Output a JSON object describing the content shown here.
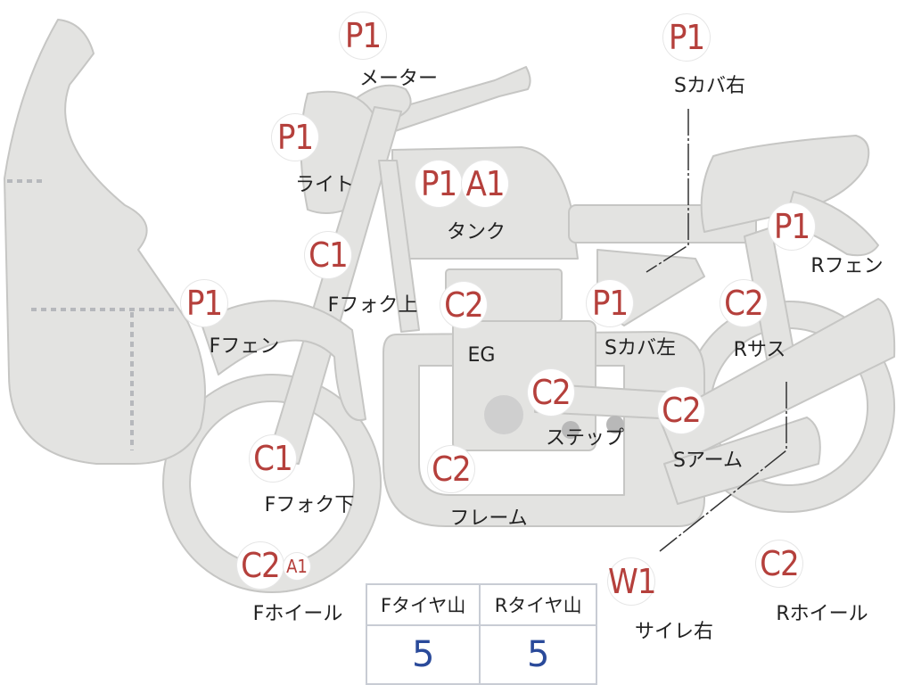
{
  "parts": [
    {
      "id": "meter",
      "label": "メーター",
      "badges": [
        "P1"
      ]
    },
    {
      "id": "light",
      "label": "ライト",
      "badges": [
        "P1"
      ]
    },
    {
      "id": "tank",
      "label": "タンク",
      "badges": [
        "P1",
        "A1"
      ]
    },
    {
      "id": "f-fork-upper",
      "label": "Fフォク上",
      "badges": [
        "C1"
      ]
    },
    {
      "id": "f-fender",
      "label": "Fフェン",
      "badges": [
        "P1"
      ]
    },
    {
      "id": "engine",
      "label": "EG",
      "badges": [
        "C2"
      ]
    },
    {
      "id": "s-cover-left",
      "label": "Sカバ左",
      "badges": [
        "P1"
      ]
    },
    {
      "id": "s-cover-right",
      "label": "Sカバ右",
      "badges": [
        "P1"
      ]
    },
    {
      "id": "r-fender",
      "label": "Rフェン",
      "badges": [
        "P1"
      ]
    },
    {
      "id": "r-suspension",
      "label": "Rサス",
      "badges": [
        "C2"
      ]
    },
    {
      "id": "step",
      "label": "ステップ",
      "badges": [
        "C2"
      ]
    },
    {
      "id": "swing-arm",
      "label": "Sアーム",
      "badges": [
        "C2"
      ]
    },
    {
      "id": "f-fork-lower",
      "label": "Fフォク下",
      "badges": [
        "C1"
      ]
    },
    {
      "id": "frame",
      "label": "フレーム",
      "badges": [
        "C2"
      ]
    },
    {
      "id": "f-wheel",
      "label": "Fホイール",
      "badges": [
        "C2",
        "A1"
      ]
    },
    {
      "id": "muffler-right",
      "label": "サイレ右",
      "badges": [
        "W1"
      ]
    },
    {
      "id": "r-wheel",
      "label": "Rホイール",
      "badges": [
        "C2"
      ]
    }
  ],
  "tire_table": {
    "headers": [
      "Fタイヤ山",
      "Rタイヤ山"
    ],
    "values": [
      "5",
      "5"
    ]
  },
  "colors": {
    "part_fill": "#e3e3e1",
    "part_stroke": "#c6c6c4",
    "badge_text": "#b5403c",
    "value_text": "#2a4a9a"
  }
}
